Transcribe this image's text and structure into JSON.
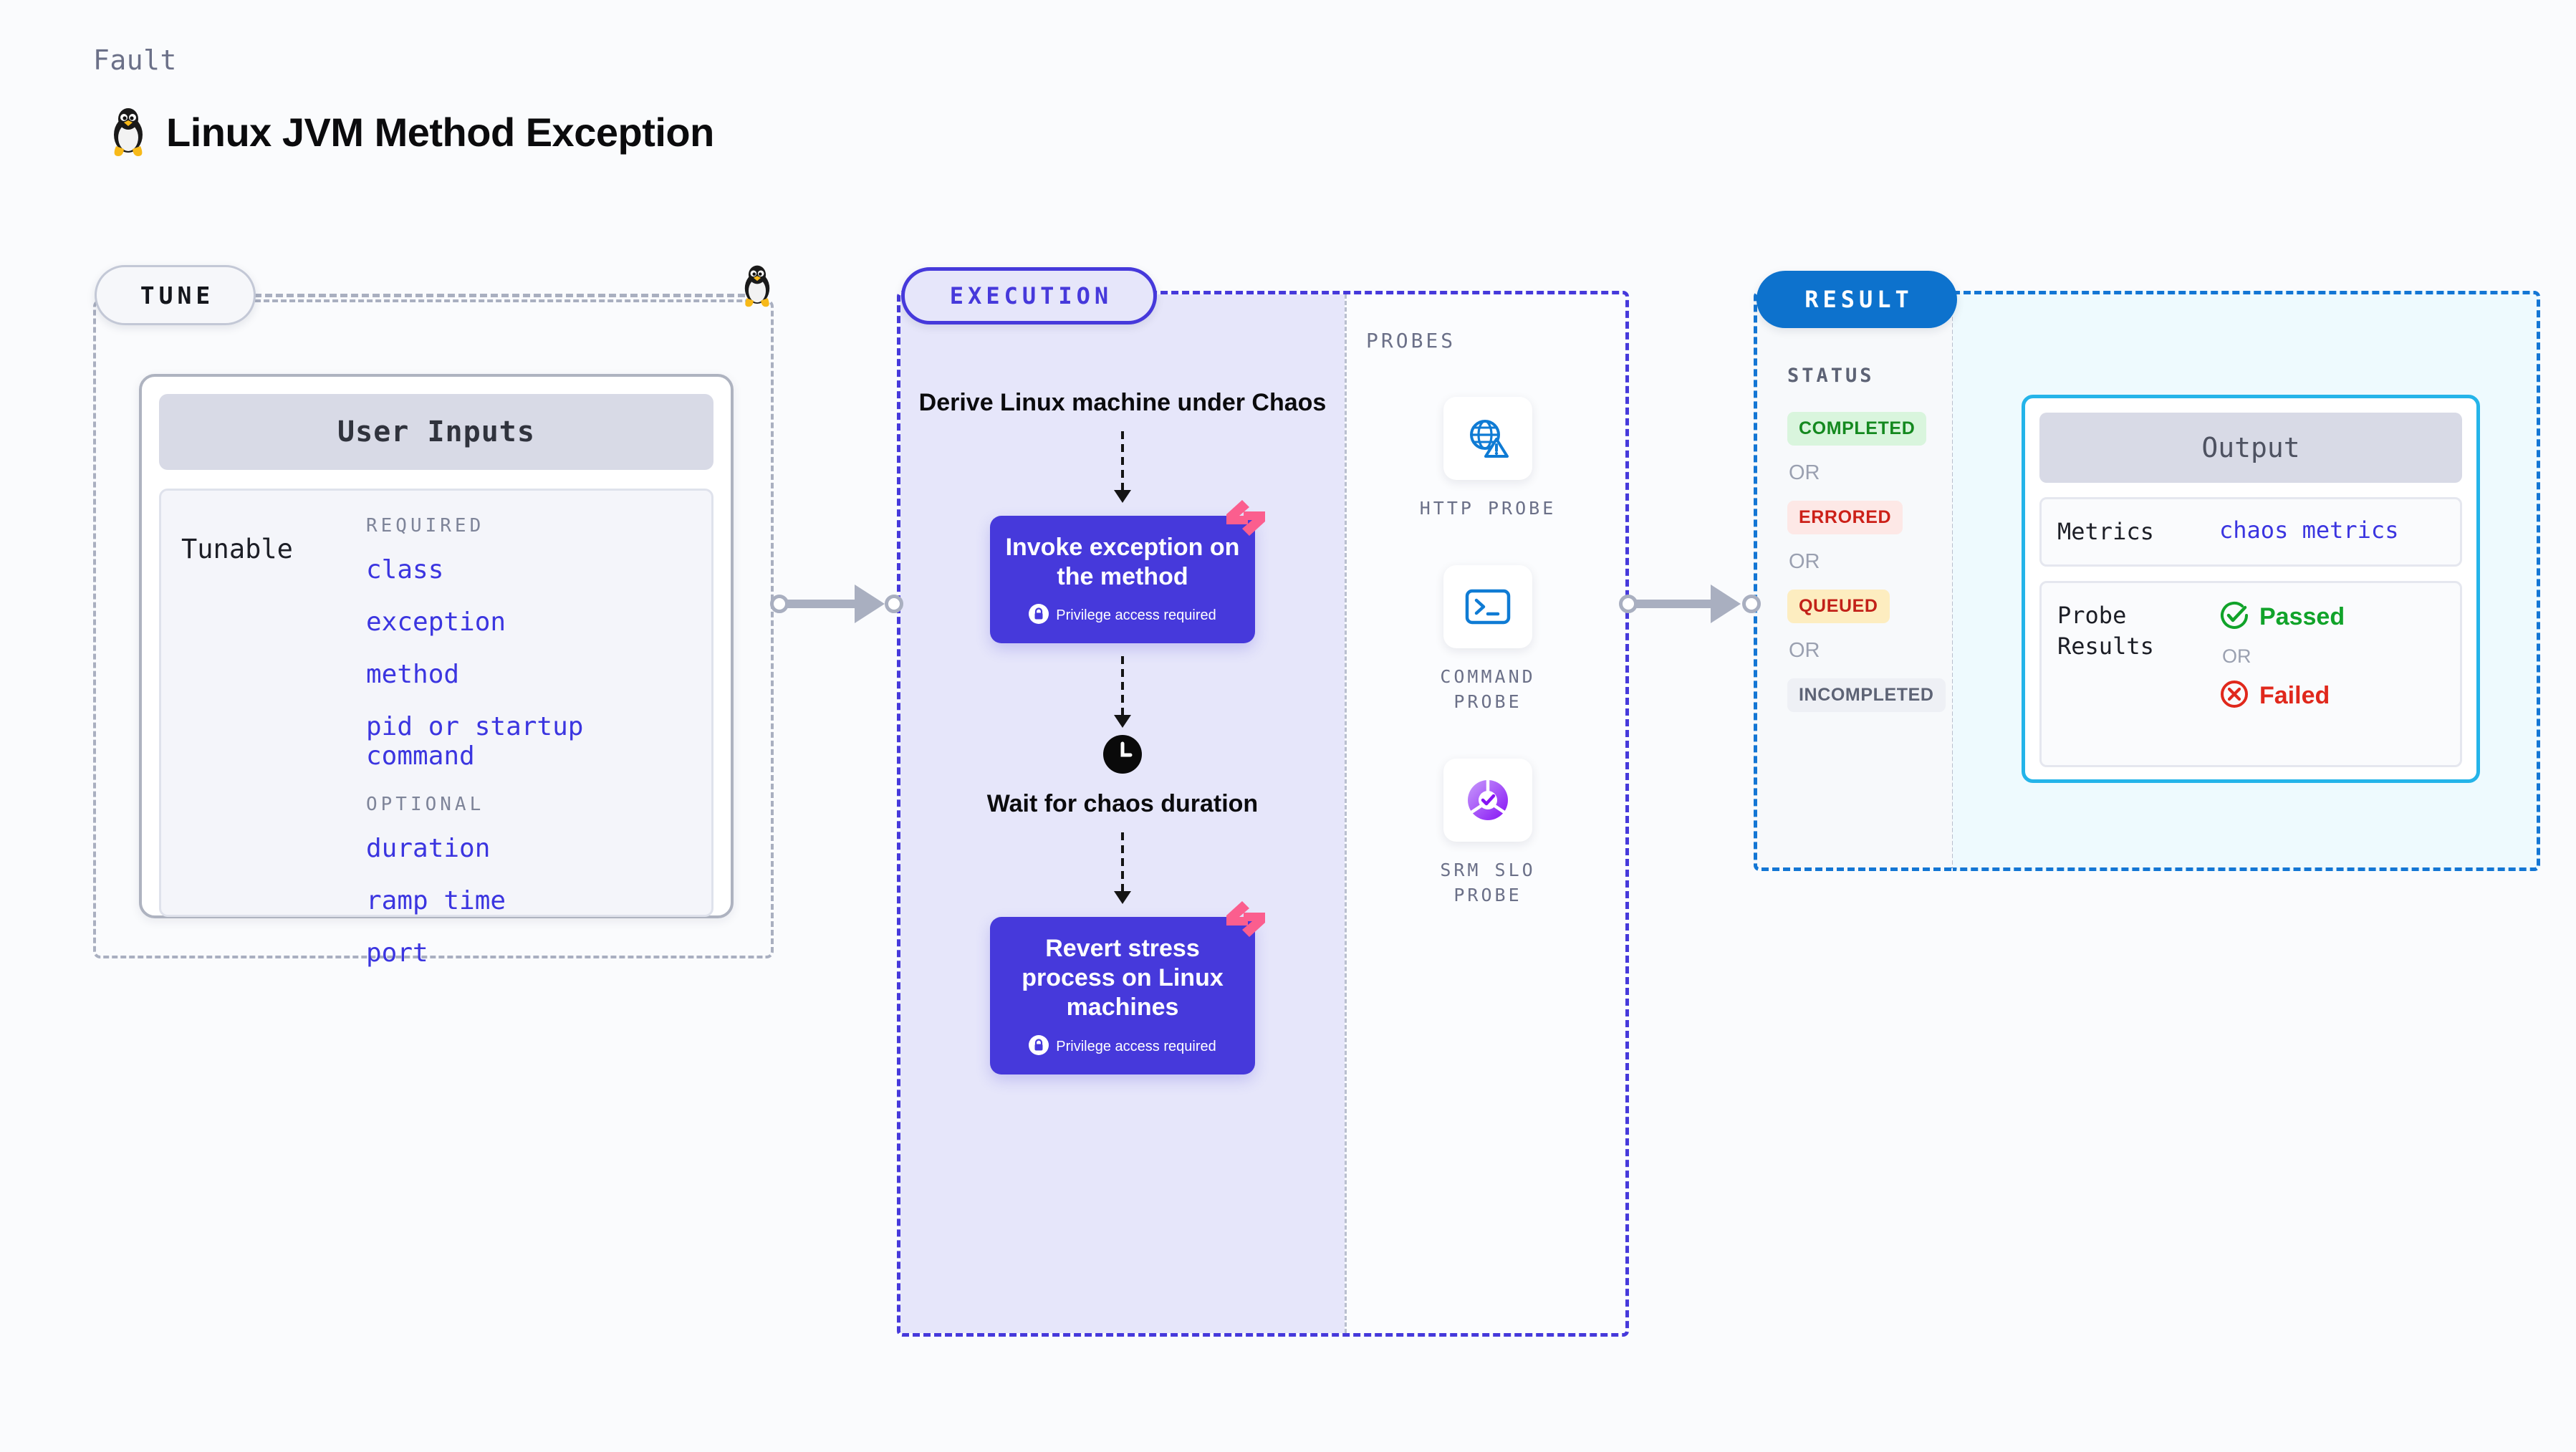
{
  "header": {
    "eyebrow": "Fault",
    "title": "Linux JVM Method Exception",
    "icon": "linux-penguin-icon"
  },
  "tune": {
    "badge": "TUNE",
    "card_title": "User Inputs",
    "tunable_label": "Tunable",
    "groups": [
      {
        "title": "REQUIRED",
        "fields": [
          "class",
          "exception",
          "method",
          "pid or startup command"
        ]
      },
      {
        "title": "OPTIONAL",
        "fields": [
          "duration",
          "ramp time",
          "port"
        ]
      }
    ]
  },
  "execution": {
    "badge": "EXECUTION",
    "steps": [
      {
        "type": "text",
        "label": "Derive Linux machine under Chaos"
      },
      {
        "type": "action",
        "label": "Invoke exception on the method",
        "note": "Privilege access required",
        "note_icon": "lock-icon",
        "mark_icon": "harness-logo-icon"
      },
      {
        "type": "wait",
        "label": "Wait for chaos duration",
        "icon": "clock-icon"
      },
      {
        "type": "action",
        "label": "Revert stress process on Linux machines",
        "note": "Privilege access required",
        "note_icon": "lock-icon",
        "mark_icon": "harness-logo-icon"
      }
    ]
  },
  "probes": {
    "title": "PROBES",
    "items": [
      {
        "label": "HTTP PROBE",
        "icon": "globe-warning-icon"
      },
      {
        "label": "COMMAND PROBE",
        "icon": "terminal-icon"
      },
      {
        "label": "SRM SLO PROBE",
        "icon": "slo-check-icon"
      }
    ]
  },
  "result": {
    "badge": "RESULT",
    "status_title": "STATUS",
    "or_label": "OR",
    "statuses": [
      {
        "label": "COMPLETED",
        "bg": "#d9f5dd",
        "fg": "#14891f"
      },
      {
        "label": "ERRORED",
        "bg": "#fde8e6",
        "fg": "#cc2018"
      },
      {
        "label": "QUEUED",
        "bg": "#fdedc0",
        "fg": "#c22118"
      },
      {
        "label": "INCOMPLETED",
        "bg": "#eef0f5",
        "fg": "#5d6375"
      }
    ]
  },
  "output": {
    "card_title": "Output",
    "metrics_key": "Metrics",
    "metrics_value": "chaos metrics",
    "probe_results_key": "Probe Results",
    "passed_label": "Passed",
    "failed_label": "Failed",
    "or_label": "OR",
    "passed_icon": "check-circle-icon",
    "failed_icon": "x-circle-icon"
  },
  "colors": {
    "accent_purple": "#4639db",
    "accent_blue": "#0d72cd",
    "accent_cyan": "#24b4e9",
    "pink_mark": "#fb5e8e",
    "field_link": "#3b35e0",
    "connector_gray": "#a9afc0"
  }
}
